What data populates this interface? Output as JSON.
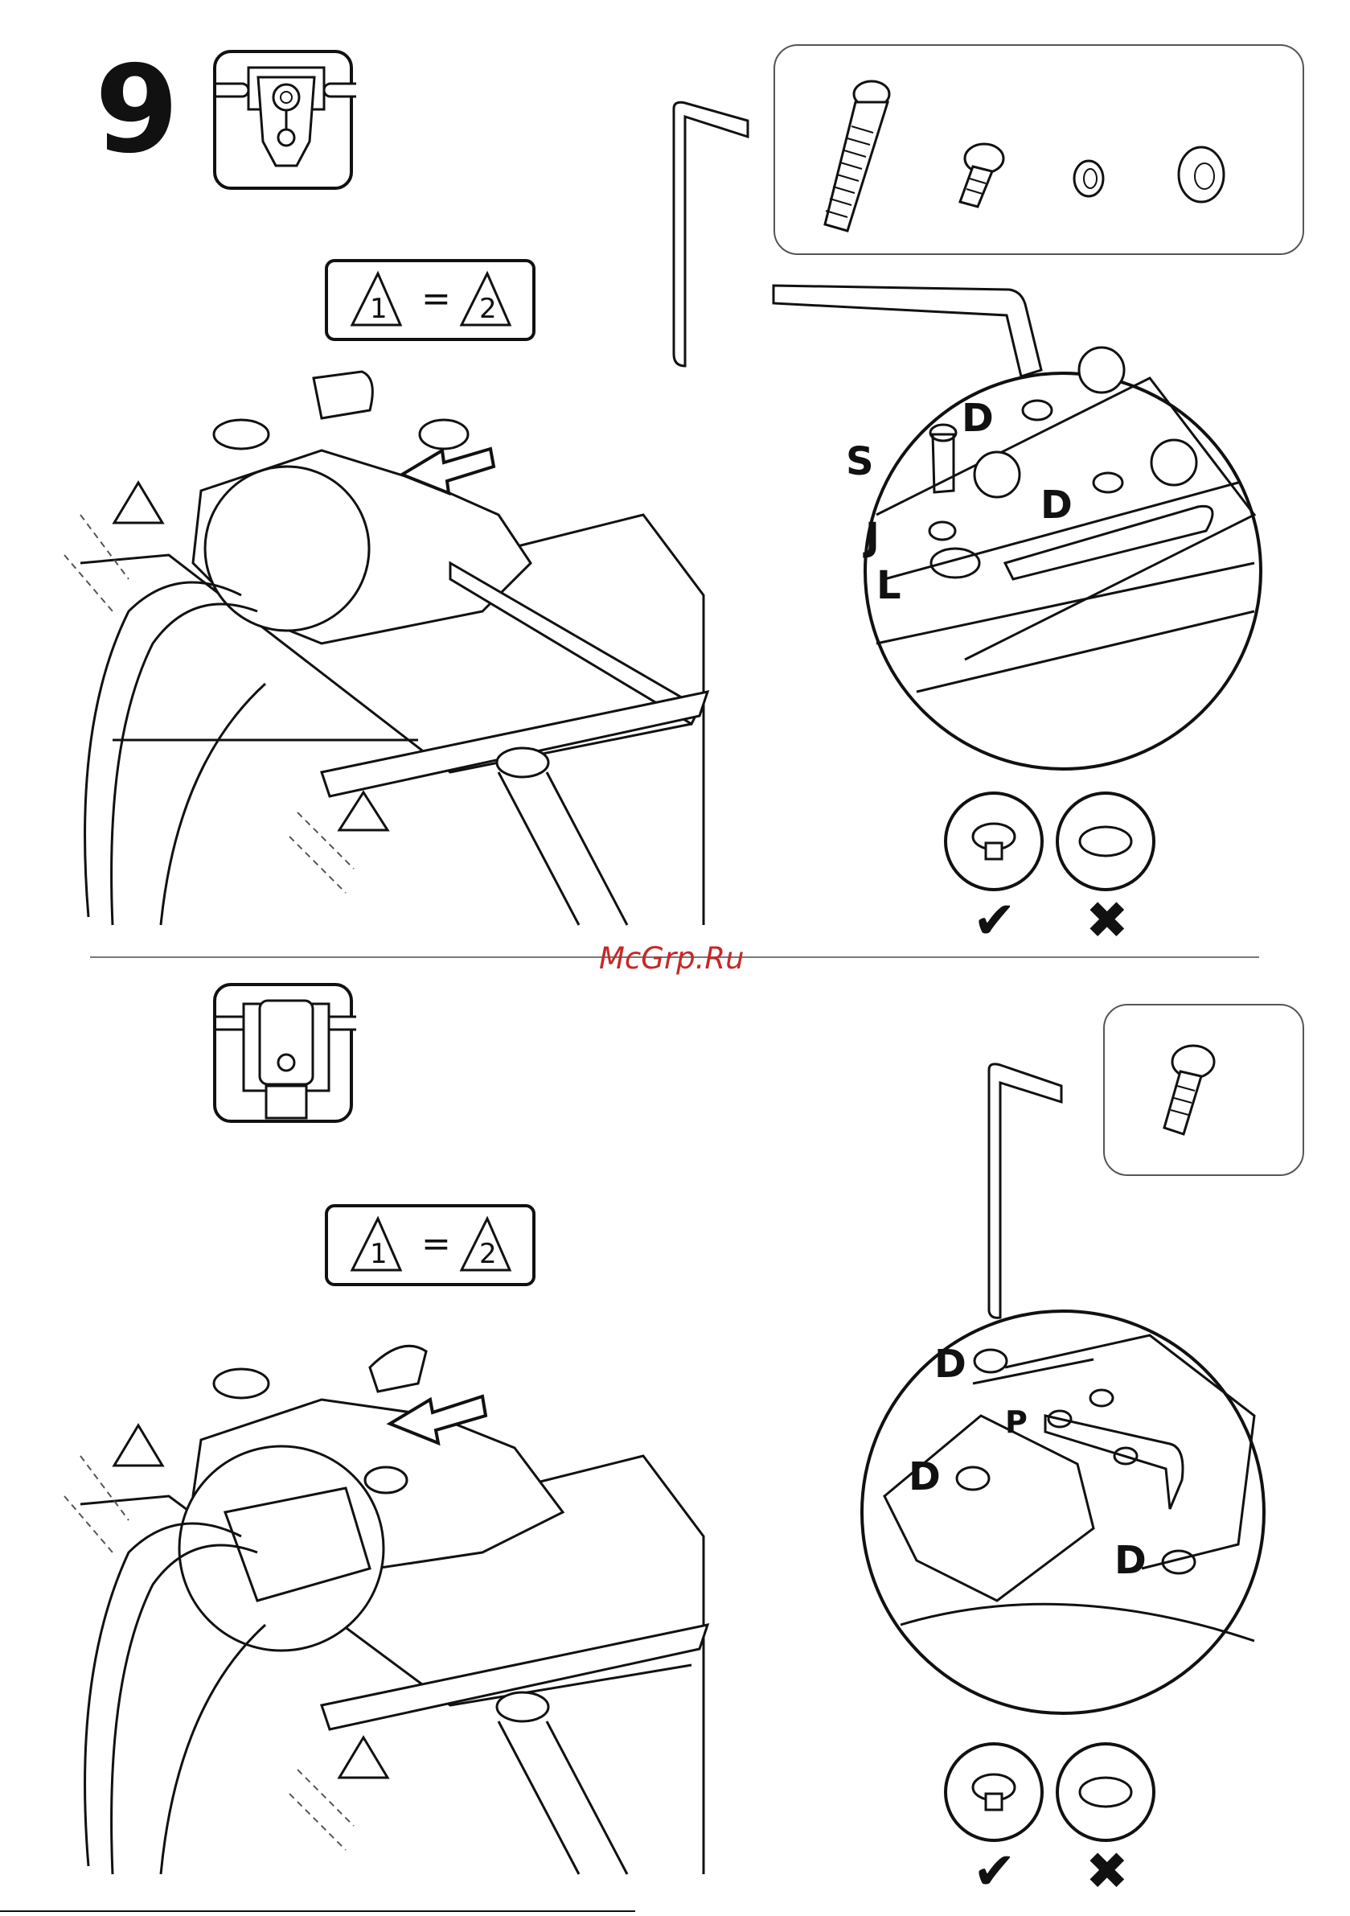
{
  "step": {
    "number": "9"
  },
  "watermark": "McGrp.Ru",
  "top_section": {
    "equal_sign": "=",
    "triangle_1": "1",
    "triangle_2": "2",
    "labels": {
      "d1": "D",
      "d2": "D",
      "s": "S",
      "j": "J",
      "l": "L"
    },
    "correct_mark": "✔",
    "wrong_mark": "✖"
  },
  "bottom_section": {
    "equal_sign": "=",
    "triangle_1": "1",
    "triangle_2": "2",
    "labels": {
      "d1": "D",
      "d2": "D",
      "d3": "D",
      "p": "P"
    },
    "correct_mark": "✔",
    "wrong_mark": "✖"
  },
  "icons": [
    "mechanism-icon",
    "hex-key-icon",
    "bolt-icon",
    "screw-icon",
    "spring-washer-icon",
    "flat-washer-icon",
    "arrow-icon",
    "tolerance-icon",
    "check-icon",
    "cross-icon"
  ]
}
